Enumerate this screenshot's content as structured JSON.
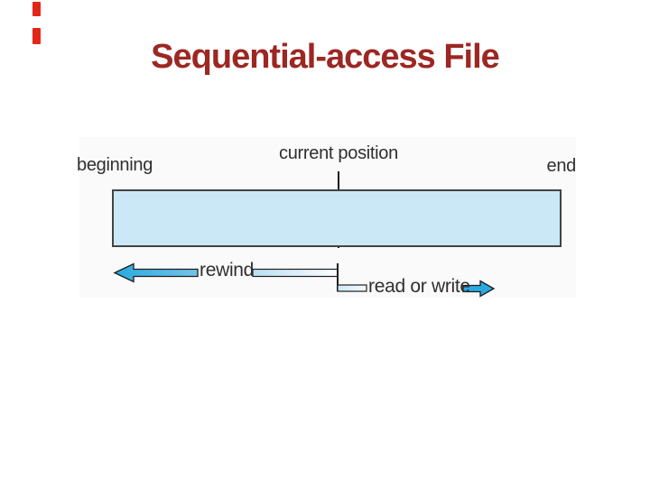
{
  "slide": {
    "title": "Sequential-access File",
    "title_color": "#9c2723",
    "accent_marks": {
      "color": "#e22718",
      "count": 2
    }
  },
  "diagram": {
    "labels": {
      "beginning": "beginning",
      "current_position": "current position",
      "end": "end",
      "rewind": "rewind",
      "read_or_write": "read or write"
    },
    "colors": {
      "figure_background": "#fafafa",
      "file_box_fill": "#cbe8f7",
      "file_box_border": "#434343",
      "current_position_line": "#1a1a1a",
      "arrow_cyan": "#2aa9e0",
      "arrow_light": "#cde9f7",
      "arrow_outline": "#1e1e1e",
      "label_text": "#2f2f2f"
    }
  }
}
